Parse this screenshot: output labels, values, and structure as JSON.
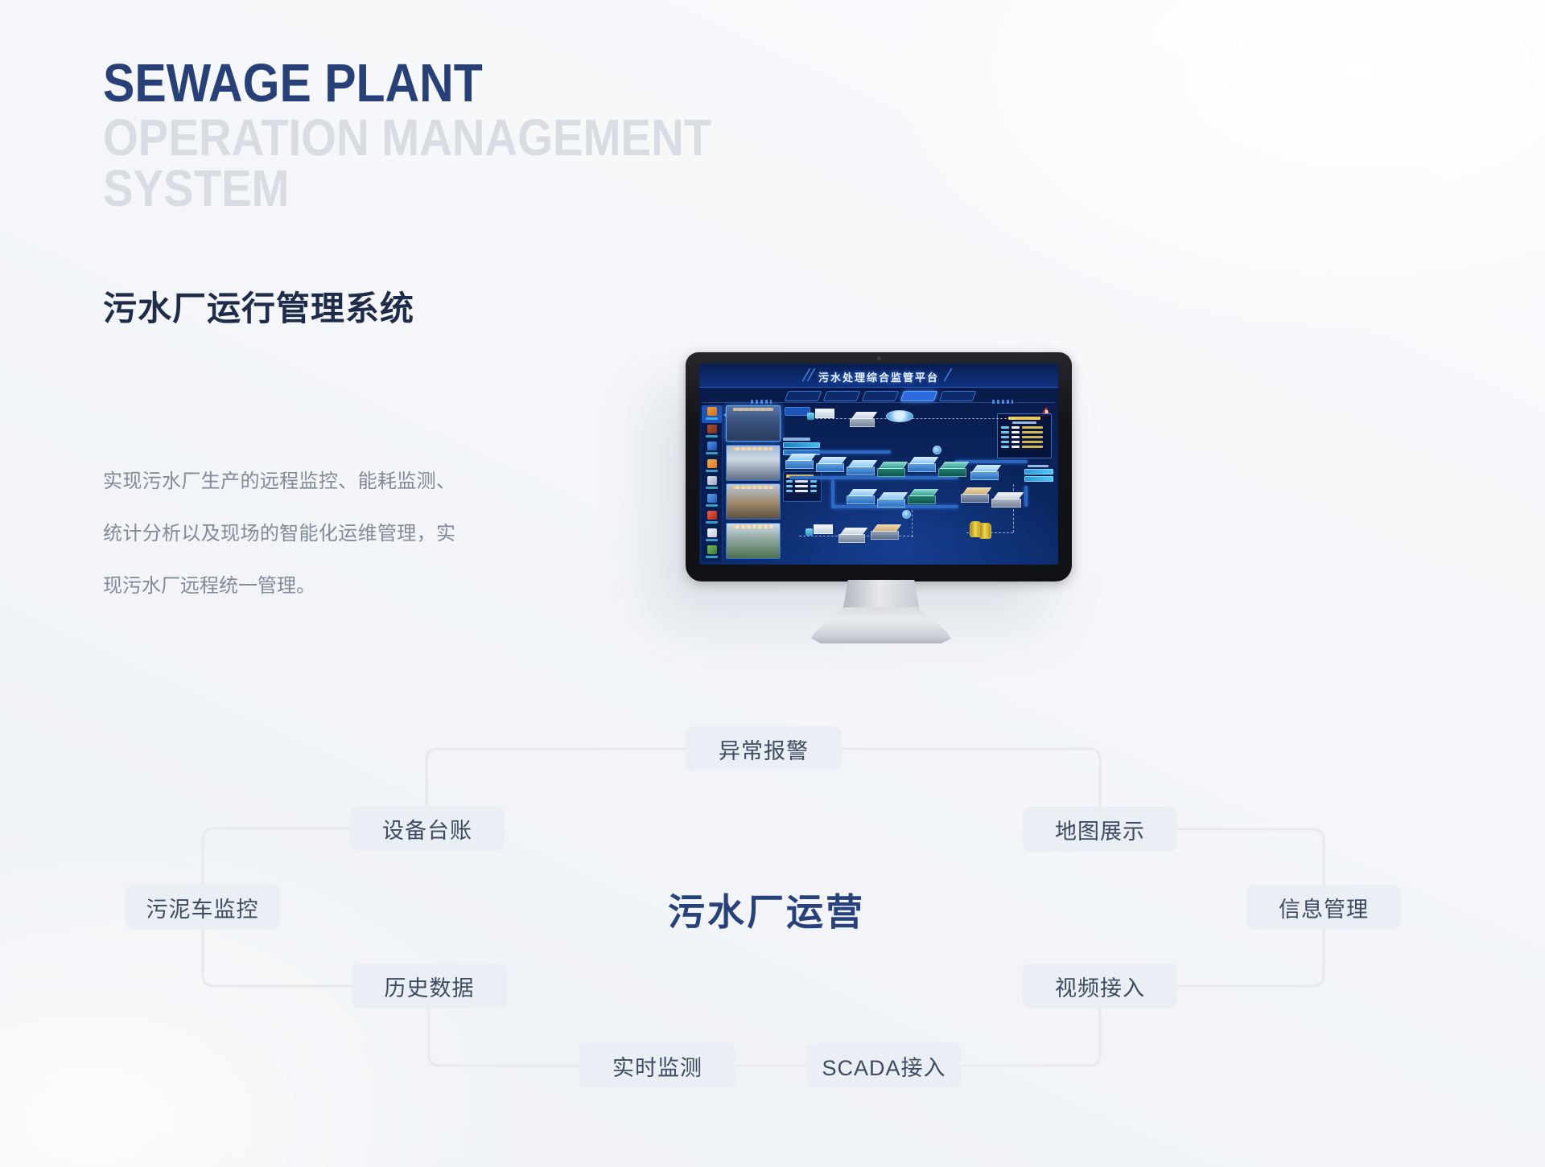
{
  "hero": {
    "title_en": "SEWAGE PLANT",
    "subtitle_line1": "OPERATION MANAGEMENT",
    "subtitle_line2": "SYSTEM"
  },
  "intro": {
    "heading": "污水厂运行管理系统",
    "description": "实现污水厂生产的远程监控、能耗监测、统计分析以及现场的智能化运维管理，实现污水厂远程统一管理。"
  },
  "monitor": {
    "screen_title": "污水处理综合监管平台"
  },
  "diagram": {
    "center_label": "污水厂运营",
    "nodes": [
      {
        "label": "异常报警"
      },
      {
        "label": "设备台账"
      },
      {
        "label": "地图展示"
      },
      {
        "label": "污泥车监控"
      },
      {
        "label": "信息管理"
      },
      {
        "label": "历史数据"
      },
      {
        "label": "视频接入"
      },
      {
        "label": "实时监测"
      },
      {
        "label": "SCADA接入"
      }
    ]
  },
  "colors": {
    "accent_navy": "#274078",
    "heading_dark": "#1f2c49",
    "subtitle_gray": "#d9dce2",
    "body_text_gray": "#818b98",
    "node_bg": "#eaeef5",
    "node_text": "#3d4a60",
    "connector_gray": "#e8e9ed",
    "screen_bg": "#0a2156",
    "alarm_red": "#e03a28",
    "tank_yellow": "#f0d84a"
  }
}
